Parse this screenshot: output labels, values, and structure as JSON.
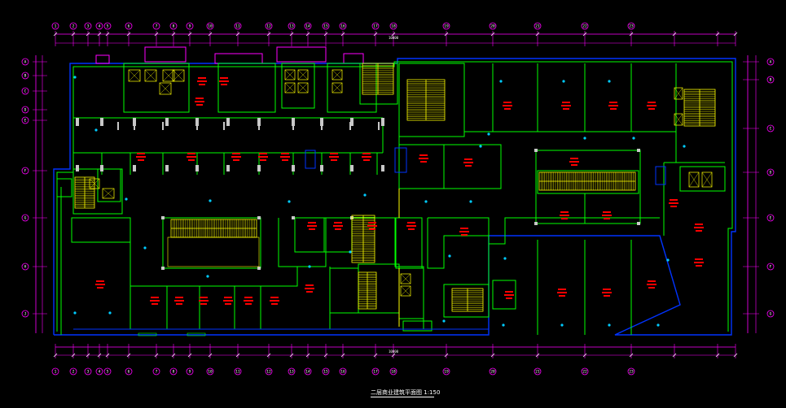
{
  "drawing": {
    "title": "二层商业建筑平面图",
    "scale": "1:150"
  },
  "colors": {
    "background": "#000000",
    "wall": "#00ff00",
    "outer_wall": "#0033ff",
    "dimension": "#ff00ff",
    "grid_bubble": "#ff00ff",
    "stair": "#ffff00",
    "room_label": "#ff0000",
    "column": "#c8c8c8",
    "fixture": "#00ccff"
  },
  "grid_axes": {
    "top": [
      "1",
      "2",
      "3",
      "4",
      "5",
      "6",
      "7",
      "8",
      "9",
      "10",
      "11",
      "12",
      "13",
      "14",
      "15",
      "16",
      "17",
      "18",
      "19",
      "20",
      "21",
      "22",
      "23"
    ],
    "left": [
      "A",
      "B",
      "C",
      "D",
      "E",
      "F",
      "G",
      "H",
      "J"
    ],
    "right": [
      "A",
      "B",
      "C",
      "D",
      "E",
      "F",
      "G"
    ]
  },
  "dimension_labels": {
    "top_overall": "10000",
    "bottom_overall": "10000"
  },
  "icons": [
    "grid-bubble-icon",
    "stair-icon",
    "elevator-icon",
    "column-icon",
    "fixture-icon"
  ]
}
